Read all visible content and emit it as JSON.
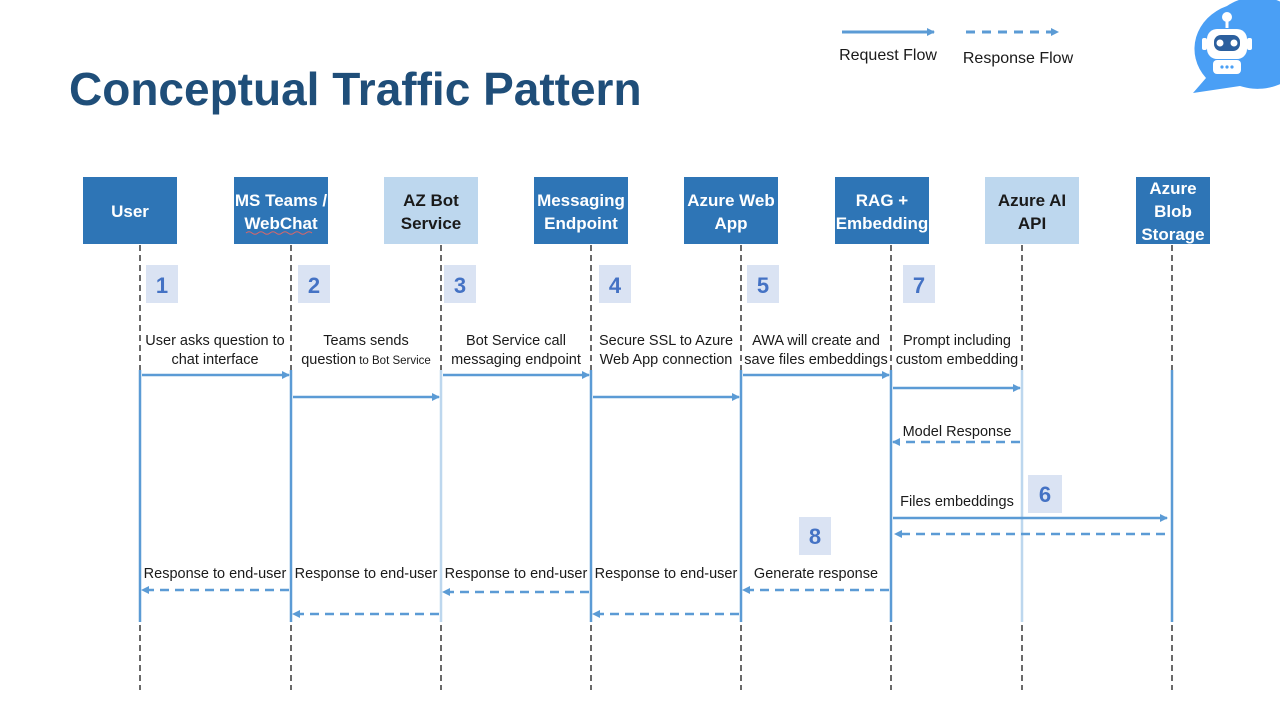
{
  "title": "Conceptual Traffic Pattern",
  "legend": {
    "request": "Request Flow",
    "response": "Response Flow"
  },
  "colors": {
    "title": "#1f4e79",
    "dark_box": "#2e75b6",
    "light_box": "#bdd7ee",
    "arrow": "#5b9bd5",
    "number_badge": "#dae3f3",
    "number_text": "#4472c4",
    "bot_icon": "#4a9ff5"
  },
  "icons": {
    "corner": "chatbot-icon"
  },
  "participants": [
    {
      "id": "user",
      "lines": [
        "User"
      ],
      "style": "dark"
    },
    {
      "id": "teams",
      "lines": [
        "MS Teams /",
        "WebChat"
      ],
      "style": "dark"
    },
    {
      "id": "bot",
      "lines": [
        "AZ Bot",
        "Service"
      ],
      "style": "light"
    },
    {
      "id": "msg",
      "lines": [
        "Messaging",
        "Endpoint"
      ],
      "style": "dark"
    },
    {
      "id": "awa",
      "lines": [
        "Azure Web",
        "App"
      ],
      "style": "dark"
    },
    {
      "id": "rag",
      "lines": [
        "RAG +",
        "Embedding"
      ],
      "style": "dark"
    },
    {
      "id": "ai",
      "lines": [
        "Azure AI",
        "API"
      ],
      "style": "light"
    },
    {
      "id": "blob",
      "lines": [
        "Azure",
        "Blob",
        "Storage"
      ],
      "style": "dark"
    }
  ],
  "steps": [
    "1",
    "2",
    "3",
    "4",
    "5",
    "7",
    "6",
    "8"
  ],
  "messages": [
    {
      "id": "m1",
      "lines": [
        "User asks question to",
        "chat interface"
      ]
    },
    {
      "id": "m2",
      "lines": [
        "Teams sends",
        "question"
      ],
      "suffix": " to Bot Service"
    },
    {
      "id": "m3",
      "lines": [
        "Bot Service call",
        "messaging endpoint"
      ]
    },
    {
      "id": "m4",
      "lines": [
        "Secure SSL to Azure",
        "Web App connection"
      ]
    },
    {
      "id": "m5",
      "lines": [
        "AWA will create and",
        "save files embeddings"
      ]
    },
    {
      "id": "m7",
      "lines": [
        "Prompt including",
        "custom embedding"
      ]
    },
    {
      "id": "model",
      "lines": [
        "Model Response"
      ]
    },
    {
      "id": "files",
      "lines": [
        "Files embeddings"
      ]
    },
    {
      "id": "gen",
      "lines": [
        "Generate response"
      ]
    },
    {
      "id": "r1",
      "lines": [
        "Response to end-user"
      ]
    },
    {
      "id": "r2",
      "lines": [
        "Response to end-user"
      ]
    },
    {
      "id": "r3",
      "lines": [
        "Response to end-user"
      ]
    },
    {
      "id": "r4",
      "lines": [
        "Response to end-user"
      ]
    }
  ]
}
